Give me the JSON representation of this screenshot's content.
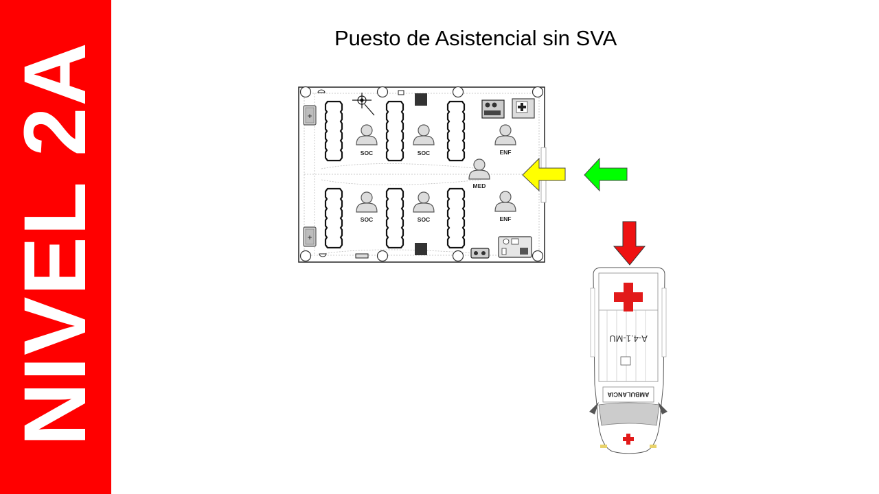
{
  "sidebar": {
    "label": "NIVEL 2A",
    "color": "#ff0000"
  },
  "title": "Puesto de Asistencial sin SVA",
  "diagram": {
    "roles_top": [
      "SOC",
      "SOC",
      "ENF"
    ],
    "role_med": "MED",
    "roles_bottom": [
      "SOC",
      "SOC",
      "ENF"
    ]
  },
  "arrows": {
    "yellow": "#ffff00",
    "green": "#00ff00",
    "red": "#ff0000"
  },
  "ambulance": {
    "plate": "A-4.1-MU",
    "roof_label": "AMBULANCIA"
  }
}
